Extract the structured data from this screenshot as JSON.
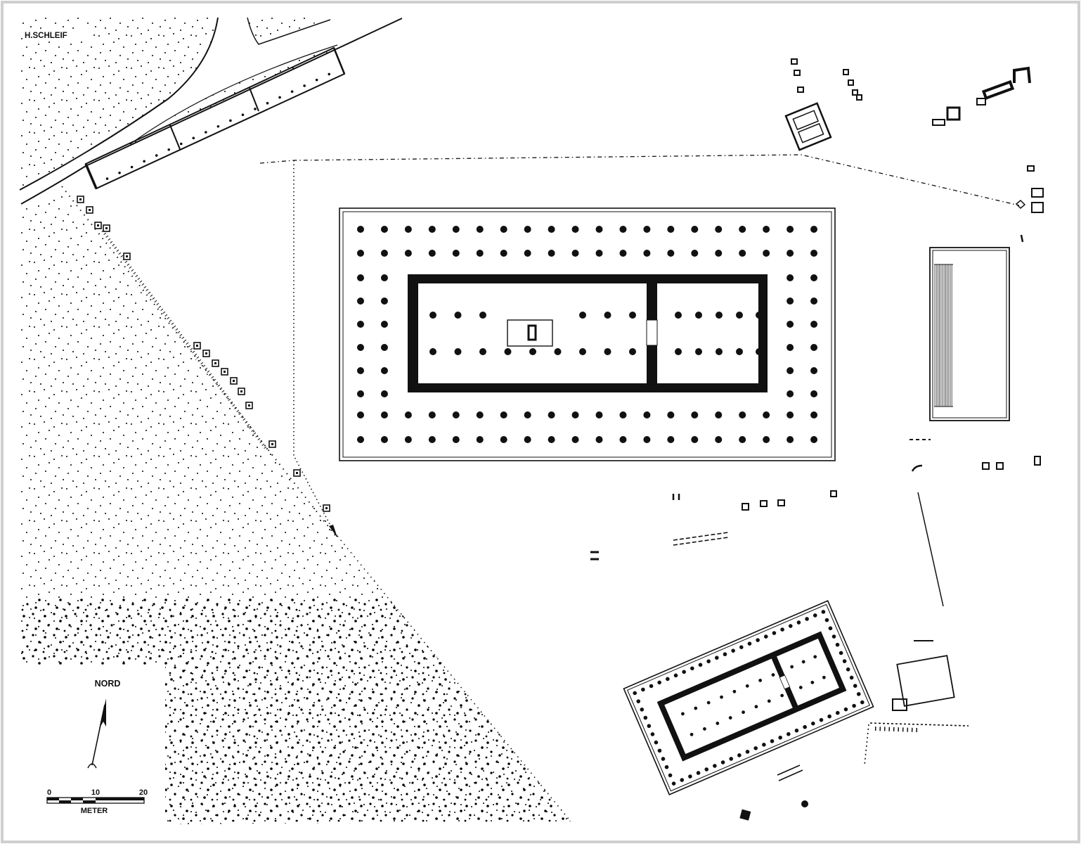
{
  "credit": "H.SCHLEIF",
  "compass": {
    "label": "NORD",
    "icon": "north-arrow-icon"
  },
  "scale": {
    "tick_0": "0",
    "tick_1": "10",
    "tick_2": "20",
    "unit": "METER"
  },
  "colors": {
    "ink": "#111111",
    "paper": "#ffffff",
    "frame": "#cfcfcf"
  }
}
